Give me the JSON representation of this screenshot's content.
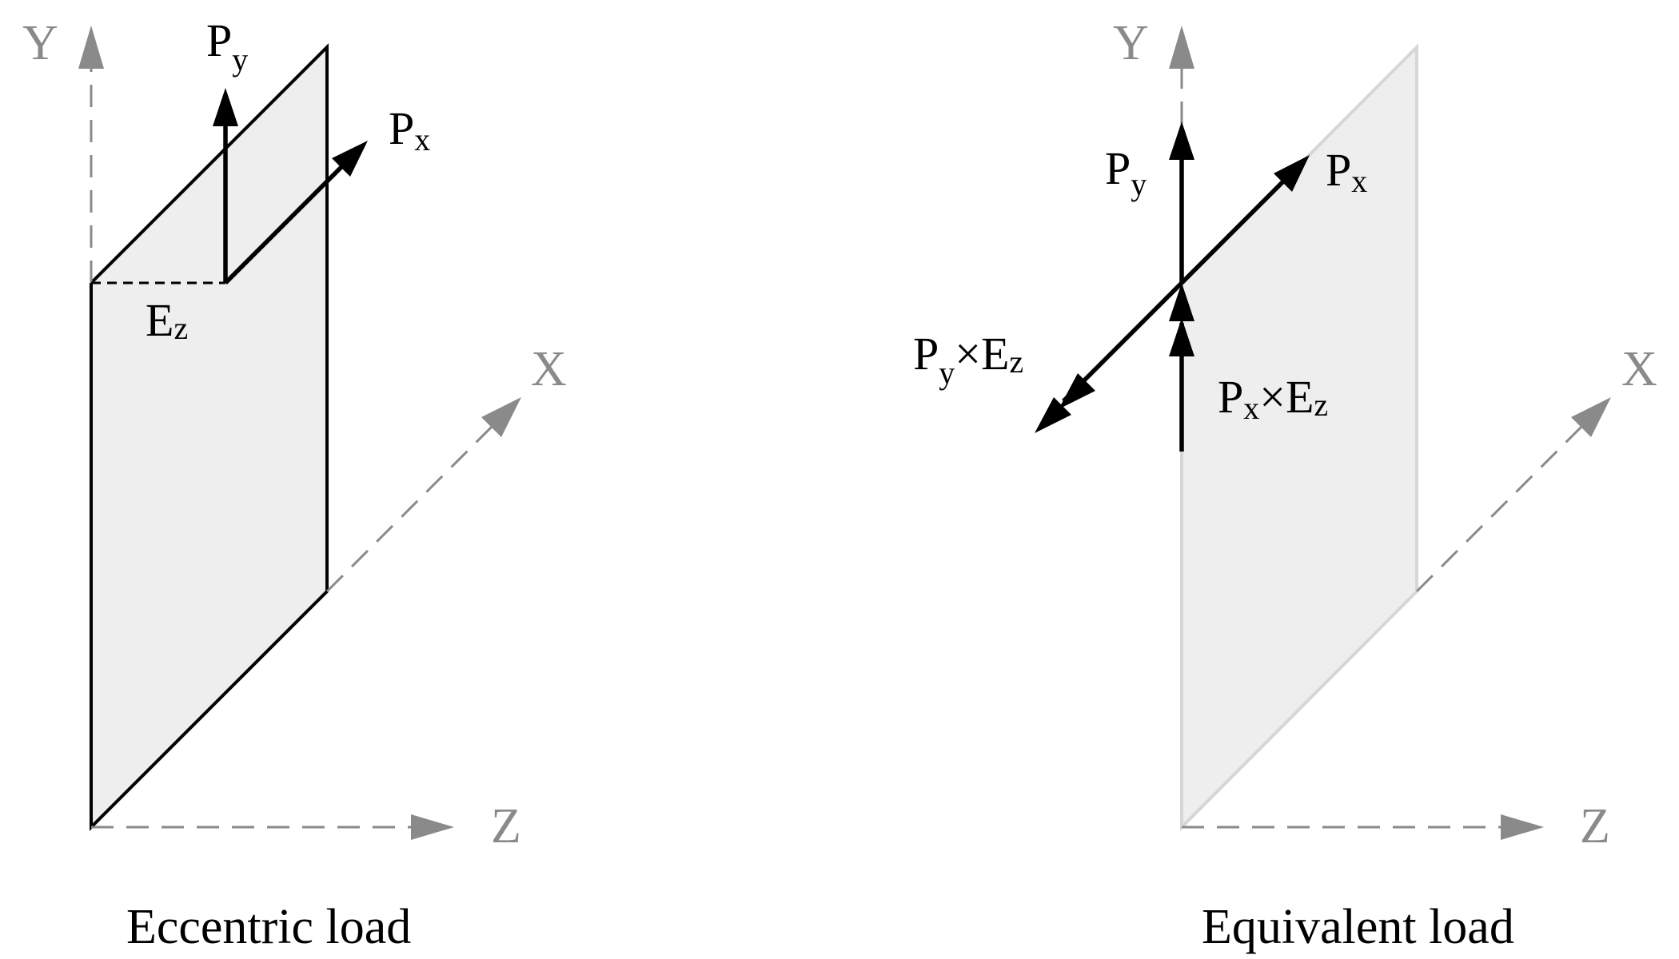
{
  "left": {
    "caption": "Eccentric load",
    "axes": {
      "x": "X",
      "y": "Y",
      "z": "Z"
    },
    "py": {
      "main": "P",
      "sub": "y"
    },
    "px": {
      "main": "P",
      "sub": "x"
    },
    "ez": {
      "main": "E",
      "sub": "z"
    }
  },
  "right": {
    "caption": "Equivalent load",
    "axes": {
      "x": "X",
      "y": "Y",
      "z": "Z"
    },
    "py": {
      "main": "P",
      "sub": "y"
    },
    "px": {
      "main": "P",
      "sub": "x"
    },
    "py_ez": {
      "p": "P",
      "p_sub": "y",
      "times": "×E",
      "e_sub": "z"
    },
    "px_ez": {
      "p": "P",
      "p_sub": "x",
      "times": "×E",
      "e_sub": "z"
    }
  },
  "colors": {
    "axis": "#8a8a8a",
    "plate_fill": "#eeeeee",
    "plate_edge": "#000000",
    "plate_edge_faded": "#d6d6d6",
    "force": "#000000"
  }
}
